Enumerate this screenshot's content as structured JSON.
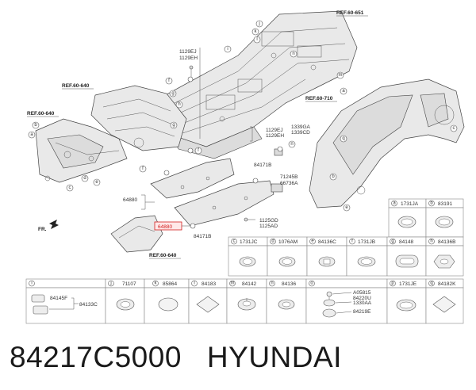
{
  "refs": {
    "ref_651": "REF.60-651",
    "ref_640_top": "REF.60-640",
    "ref_640_left": "REF.60-640",
    "ref_710": "REF.60-710",
    "ref_640_bottom": "REF.60-640"
  },
  "labels": {
    "bolt_1129_a": "1129EJ",
    "bolt_1129_b": "1129EH",
    "bolt_1129_c": "1129EJ",
    "bolt_1129_d": "1129EH",
    "p1339_a": "1339GA",
    "p1339_b": "1339CD",
    "p84171_a": "84171B",
    "p71245": "71245B",
    "p66736": "66736A",
    "p64880": "64880",
    "p84171_b": "84171B",
    "p1125_a": "1125GD",
    "p1125_b": "1125AD",
    "highlight": "64880",
    "front": "FR."
  },
  "table": {
    "row1": [
      {
        "letter": "a",
        "part": "1731JA"
      },
      {
        "letter": "b",
        "part": "83191"
      }
    ],
    "row2": [
      {
        "letter": "c",
        "part": "1731JC"
      },
      {
        "letter": "d",
        "part": "1076AM"
      },
      {
        "letter": "e",
        "part": "84136C"
      },
      {
        "letter": "f",
        "part": "1731JB"
      },
      {
        "letter": "g",
        "part": "84148"
      },
      {
        "letter": "h",
        "part": "84136B"
      }
    ],
    "row3": [
      {
        "letter": "i",
        "part": ""
      },
      {
        "letter": "j",
        "part": "71107"
      },
      {
        "letter": "k",
        "part": "85864"
      },
      {
        "letter": "l",
        "part": "84183"
      },
      {
        "letter": "m",
        "part": "84142"
      },
      {
        "letter": "n",
        "part": "84136"
      },
      {
        "letter": "o",
        "part": ""
      },
      {
        "letter": "p",
        "part": "1731JE"
      },
      {
        "letter": "q",
        "part": "84182K"
      }
    ],
    "cell_i": {
      "p1": "84145F",
      "p2": "84133C"
    },
    "cell_o": {
      "p1": "A05815",
      "p2": "84220U",
      "p3": "1330AA",
      "p4": "84219E"
    }
  },
  "caption": {
    "part_number": "84217C5000",
    "brand": "HYUNDAI"
  }
}
